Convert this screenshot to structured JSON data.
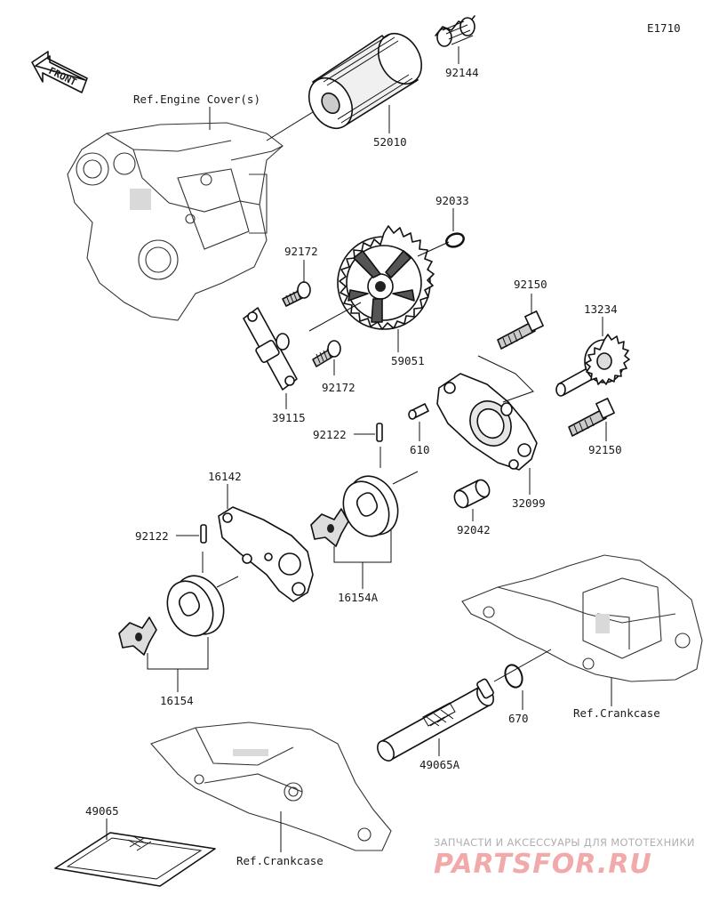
{
  "diagram": {
    "code": "E1710",
    "front_label": "FRONT",
    "references": {
      "engine_cover": "Ref.Engine Cover(s)",
      "crankcase_right": "Ref.Crankcase",
      "crankcase_bottom": "Ref.Crankcase"
    },
    "parts": [
      {
        "number": "92144"
      },
      {
        "number": "52010"
      },
      {
        "number": "92033"
      },
      {
        "number": "92172"
      },
      {
        "number": "92172"
      },
      {
        "number": "59051"
      },
      {
        "number": "39115"
      },
      {
        "number": "92150"
      },
      {
        "number": "13234"
      },
      {
        "number": "92122"
      },
      {
        "number": "610"
      },
      {
        "number": "92150"
      },
      {
        "number": "32099"
      },
      {
        "number": "16142"
      },
      {
        "number": "92042"
      },
      {
        "number": "92122"
      },
      {
        "number": "16154A"
      },
      {
        "number": "16154"
      },
      {
        "number": "670"
      },
      {
        "number": "49065A"
      },
      {
        "number": "49065"
      }
    ]
  },
  "watermark": {
    "tagline": "ЗАПЧАСТИ И АКСЕССУАРЫ ДЛЯ МОТОТЕХНИКИ",
    "logo_text": "PARTSFOR.RU"
  }
}
